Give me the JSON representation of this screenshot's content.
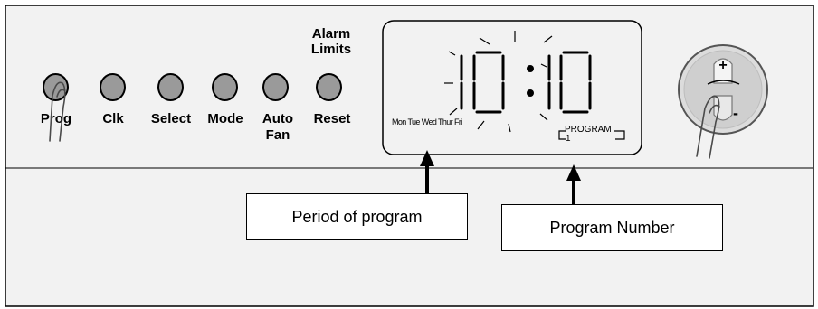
{
  "buttons": [
    {
      "id": "prog",
      "label": "Prog"
    },
    {
      "id": "clk",
      "label": "Clk"
    },
    {
      "id": "select",
      "label": "Select"
    },
    {
      "id": "mode",
      "label": "Mode"
    },
    {
      "id": "auto-fan",
      "label_line1": "Auto",
      "label_line2": "Fan"
    },
    {
      "id": "reset",
      "label_top_line1": "Alarm",
      "label_top_line2": "Limits",
      "label": "Reset"
    }
  ],
  "display": {
    "time_hours": "10",
    "time_minutes": "10",
    "days": "Mon Tue Wed Thur Fri",
    "program_label": "PROGRAM",
    "program_number": "1"
  },
  "dial": {
    "plus_symbol": "+",
    "minus_symbol": "-"
  },
  "callouts": {
    "period": "Period of program",
    "program_number": "Program Number"
  },
  "colors": {
    "panel_background": "#f2f2f2",
    "button_fill": "#9a9a9a",
    "dial_fill": "#dcdcdc"
  }
}
